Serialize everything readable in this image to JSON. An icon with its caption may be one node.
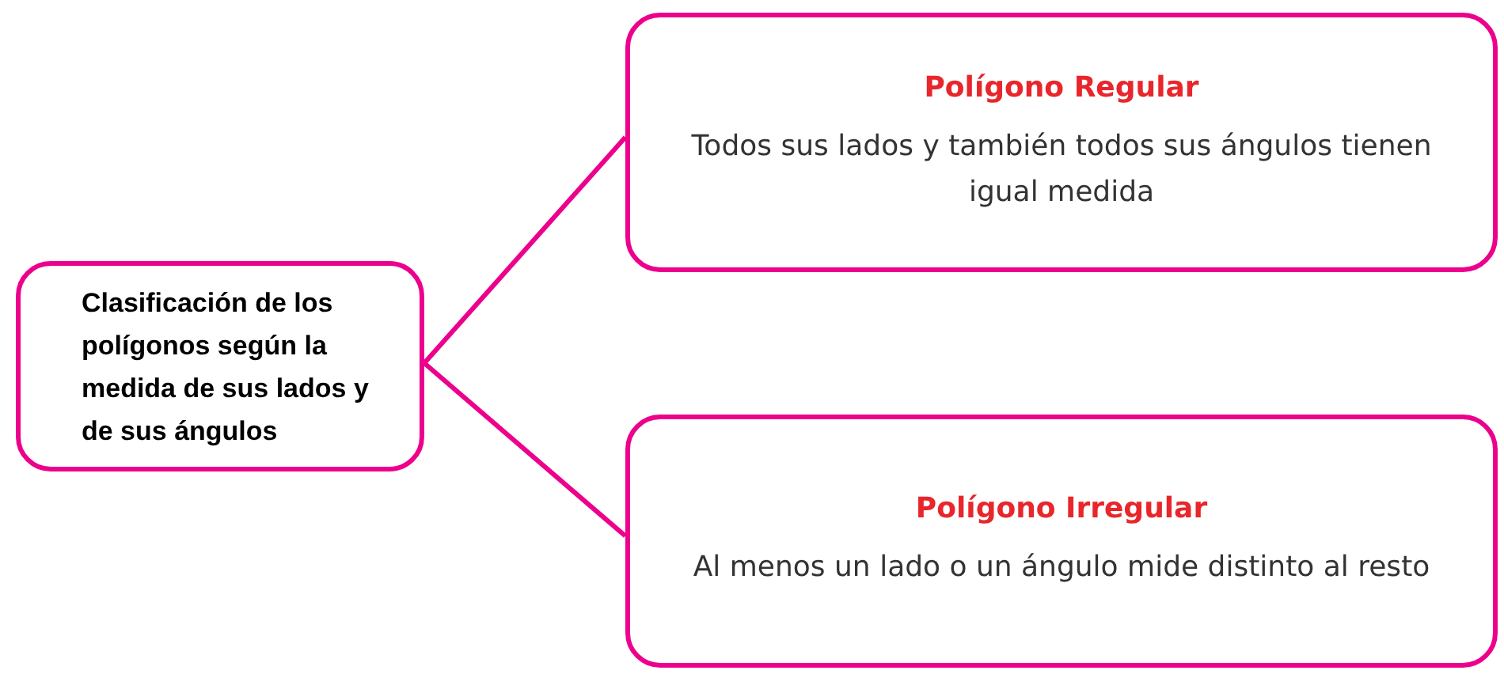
{
  "diagram": {
    "nodes": [
      {
        "text": [
          "Clasificación de los polígonos según la medida de sus lados y de sus ángulos"
        ]
      },
      {
        "text": [
          "Polígono Regular",
          "Todos sus lados y también todos sus ángulos tienen igual medida"
        ]
      },
      {
        "text": [
          "Polígono Irregular",
          "Al menos un lado o un ángulo mide distinto al resto"
        ]
      }
    ],
    "edges": [
      {
        "from": 0,
        "to": 1,
        "arrow": "none"
      },
      {
        "from": 0,
        "to": 2,
        "arrow": "none"
      }
    ]
  }
}
